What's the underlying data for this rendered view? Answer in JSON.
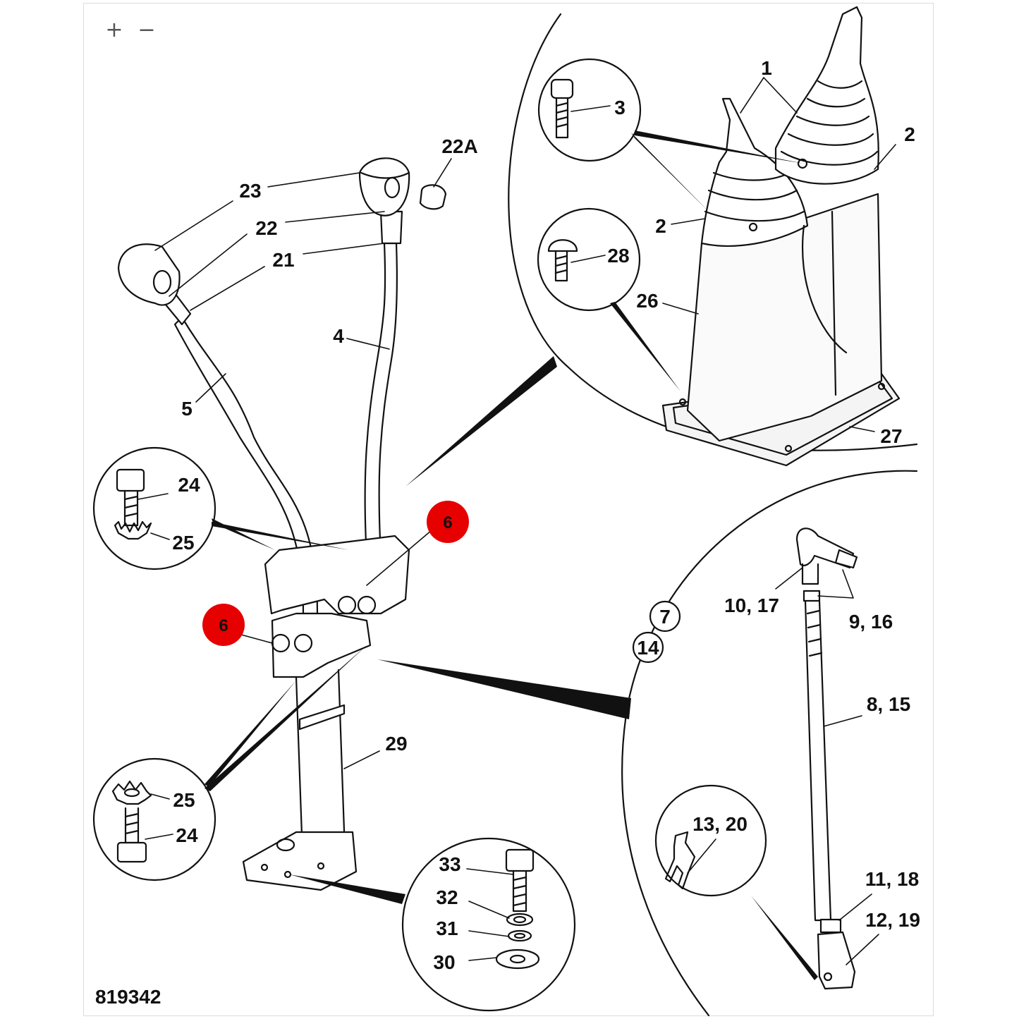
{
  "toolbar": {
    "zoom_in": "+",
    "zoom_out": "−"
  },
  "drawing_number": "819342",
  "hotspots": {
    "h6a": "6",
    "h6b": "6",
    "h7": "7",
    "h14": "14"
  },
  "labels": {
    "l1": "1",
    "l2a": "2",
    "l2b": "2",
    "l3": "3",
    "l4": "4",
    "l5": "5",
    "l21": "21",
    "l22": "22",
    "l22A": "22A",
    "l23": "23",
    "l24a": "24",
    "l24b": "24",
    "l25a": "25",
    "l25b": "25",
    "l26": "26",
    "l27": "27",
    "l28": "28",
    "l29": "29",
    "l30": "30",
    "l31": "31",
    "l32": "32",
    "l33": "33",
    "l8_15": "8, 15",
    "l9_16": "9, 16",
    "l10_17": "10, 17",
    "l11_18": "11, 18",
    "l12_19": "12, 19",
    "l13_20": "13, 20"
  },
  "colors": {
    "hotspot_fill": "#e60000",
    "line": "#111111"
  }
}
